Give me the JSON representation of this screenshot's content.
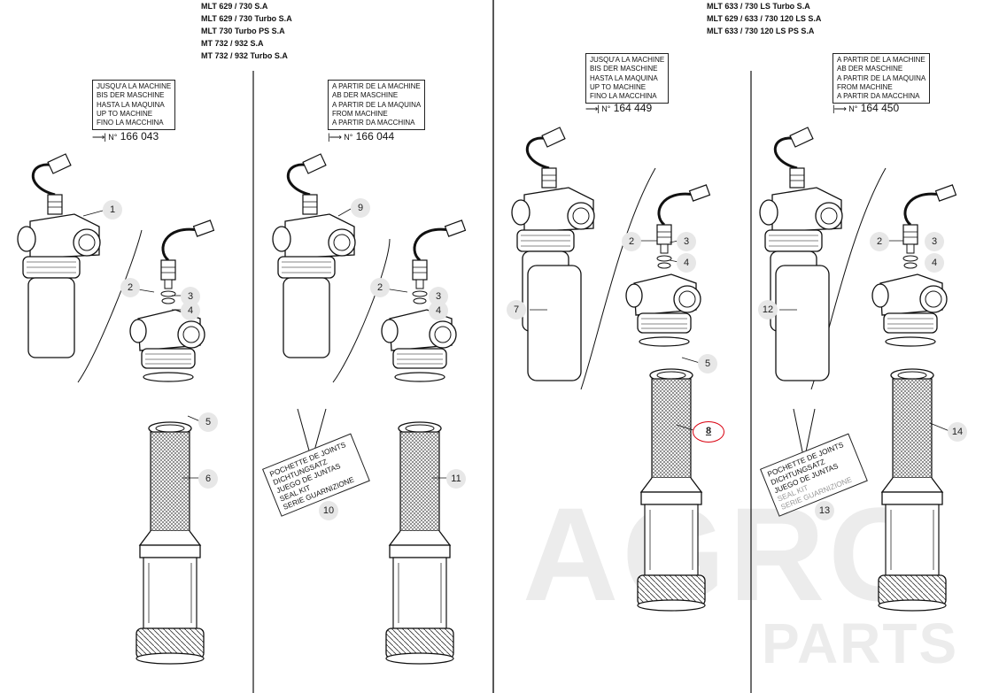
{
  "models": {
    "left": [
      "MLT 629 / 730 S.A",
      "MLT 629 / 730 Turbo S.A",
      "MLT 730 Turbo PS S.A",
      "MT 732 / 932 S.A",
      "MT 732 / 932 Turbo S.A"
    ],
    "right": [
      "MLT 633 / 730 LS Turbo S.A",
      "MLT 629 / 633 / 730 120 LS S.A",
      "MLT 633 / 730 120 LS  PS S.A"
    ]
  },
  "notes": {
    "up_to": [
      "JUSQU'A LA MACHINE",
      "BIS DER MASCHINE",
      "HASTA LA MAQUINA",
      "UP TO MACHINE",
      "FINO LA MACCHINA"
    ],
    "from": [
      "A PARTIR DE LA MACHINE",
      "AB DER MASCHINE",
      "A PARTIR DE LA MAQUINA",
      "FROM MACHINE",
      "A PARTIR DA MACCHINA"
    ]
  },
  "serials": {
    "up_to_prefix": "N°",
    "from_prefix": "N°",
    "s1": "166 043",
    "s2": "166 044",
    "s3": "164 449",
    "s4": "164 450"
  },
  "seal_kit": [
    "POCHETTE DE JOINTS",
    "DICHTUNGSATZ",
    "JUEGO DE JUNTAS",
    "SEAL KIT",
    "SERIE GUARNIZIONE"
  ],
  "callouts": {
    "c1": "1",
    "c2": "2",
    "c3": "3",
    "c4": "4",
    "c5": "5",
    "c6": "6",
    "c7": "7",
    "c8": "8",
    "c9": "9",
    "c10": "10",
    "c11": "11",
    "c12": "12",
    "c13": "13",
    "c14": "14"
  },
  "selected_callout": "8",
  "colors": {
    "line": "#1a1a1a",
    "callout_bg": "#e7e7e7",
    "highlight": "#d9000f",
    "watermark": "#ececec"
  },
  "watermark": {
    "line1": "AGRO",
    "line2": "PARTS"
  }
}
